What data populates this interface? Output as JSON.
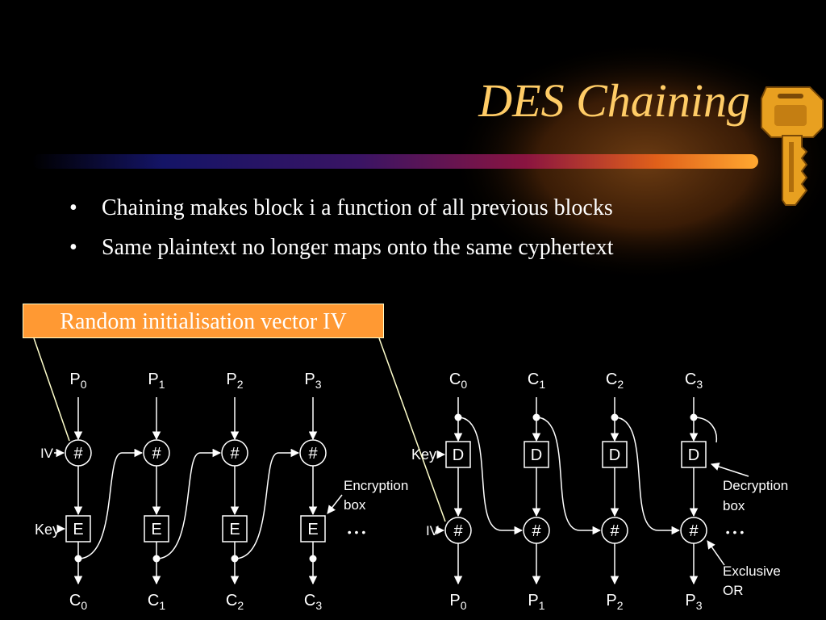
{
  "slide": {
    "title": "DES Chaining",
    "bullets": [
      "Chaining makes block i a function of all previous blocks",
      "Same plaintext no longer maps onto the same cyphertext"
    ],
    "callout": "Random initialisation vector IV",
    "colors": {
      "background": "#000000",
      "title": "#FFCC66",
      "callout_fill": "#FF9933",
      "callout_border": "#FFFFCC",
      "text": "#FFFFFF"
    },
    "icon": "key-icon"
  },
  "diagram": {
    "encryption": {
      "inputs": [
        {
          "sym": "P",
          "sub": "0"
        },
        {
          "sym": "P",
          "sub": "1"
        },
        {
          "sym": "P",
          "sub": "2"
        },
        {
          "sym": "P",
          "sub": "3"
        }
      ],
      "outputs": [
        {
          "sym": "C",
          "sub": "0"
        },
        {
          "sym": "C",
          "sub": "1"
        },
        {
          "sym": "C",
          "sub": "2"
        },
        {
          "sym": "C",
          "sub": "3"
        }
      ],
      "xor_symbol": "#",
      "box_label": "E",
      "iv_label": "IV",
      "key_label": "Key",
      "annotation": [
        "Encryption",
        "box"
      ],
      "ellipsis": "• • •"
    },
    "decryption": {
      "inputs": [
        {
          "sym": "C",
          "sub": "0"
        },
        {
          "sym": "C",
          "sub": "1"
        },
        {
          "sym": "C",
          "sub": "2"
        },
        {
          "sym": "C",
          "sub": "3"
        }
      ],
      "outputs": [
        {
          "sym": "P",
          "sub": "0"
        },
        {
          "sym": "P",
          "sub": "1"
        },
        {
          "sym": "P",
          "sub": "2"
        },
        {
          "sym": "P",
          "sub": "3"
        }
      ],
      "xor_symbol": "#",
      "box_label": "D",
      "iv_label": "IV",
      "key_label": "Key",
      "annotation_box": [
        "Decryption",
        "box"
      ],
      "annotation_xor": [
        "Exclusive",
        "OR"
      ],
      "ellipsis": "• • •"
    }
  }
}
